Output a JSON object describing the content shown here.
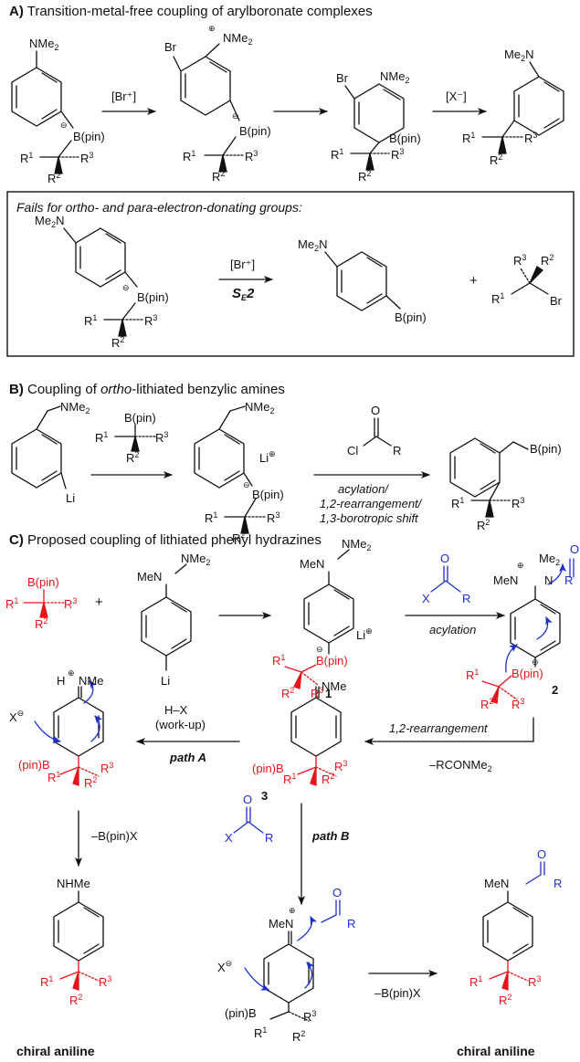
{
  "sections": {
    "a": {
      "letter": "A)",
      "title": "Transition-metal-free coupling of arylboronate complexes"
    },
    "b": {
      "letter": "B)",
      "title_pre": "Coupling of ",
      "title_it": "ortho",
      "title_post": "-lithiated benzylic amines"
    },
    "c": {
      "letter": "C)",
      "title": "Proposed coupling of lithiated phenyl hydrazines"
    }
  },
  "chem": {
    "nme2": "NMe",
    "me2n": "Me",
    "sub2": "2",
    "br": "Br",
    "bpin": "B(pin)",
    "pinb": "(pin)B",
    "r": "R",
    "one": "1",
    "two": "2",
    "three": "3",
    "minus": "⊖",
    "plus": "⊕",
    "li": "Li",
    "men": "MeN",
    "nme": "NMe",
    "nhme": "NHMe",
    "x": "X",
    "h": "H",
    "cl": "Cl",
    "o": "O",
    "n": "N",
    "me": "Me"
  },
  "a": {
    "reagent1": "[Br⁺]",
    "reagent2": "[X⁻]",
    "box_caption": "Fails for ortho- and para-electron-donating groups:",
    "box_reagent": "[Br⁺]",
    "box_se2": "S",
    "box_se2_sub": "E",
    "box_se2_2": "2",
    "plus_sign": "+"
  },
  "b": {
    "cond1": "acylation/",
    "cond2": "1,2-rearrangement/",
    "cond3": "1,3-borotropic shift"
  },
  "c": {
    "plus_sign": "+",
    "acylation": "acylation",
    "rearr": "1,2-rearrangement",
    "byproduct": "–RCONMe",
    "byproduct_sub": "2",
    "hx": "H–X",
    "workup": "(work-up)",
    "path_a": "path A",
    "path_b": "path B",
    "elim": "–B(pin)X",
    "elim2": "–B(pin)X",
    "cpd1": "1",
    "cpd2": "2",
    "cpd3": "3",
    "product": "chiral aniline",
    "product2": "chiral aniline"
  }
}
